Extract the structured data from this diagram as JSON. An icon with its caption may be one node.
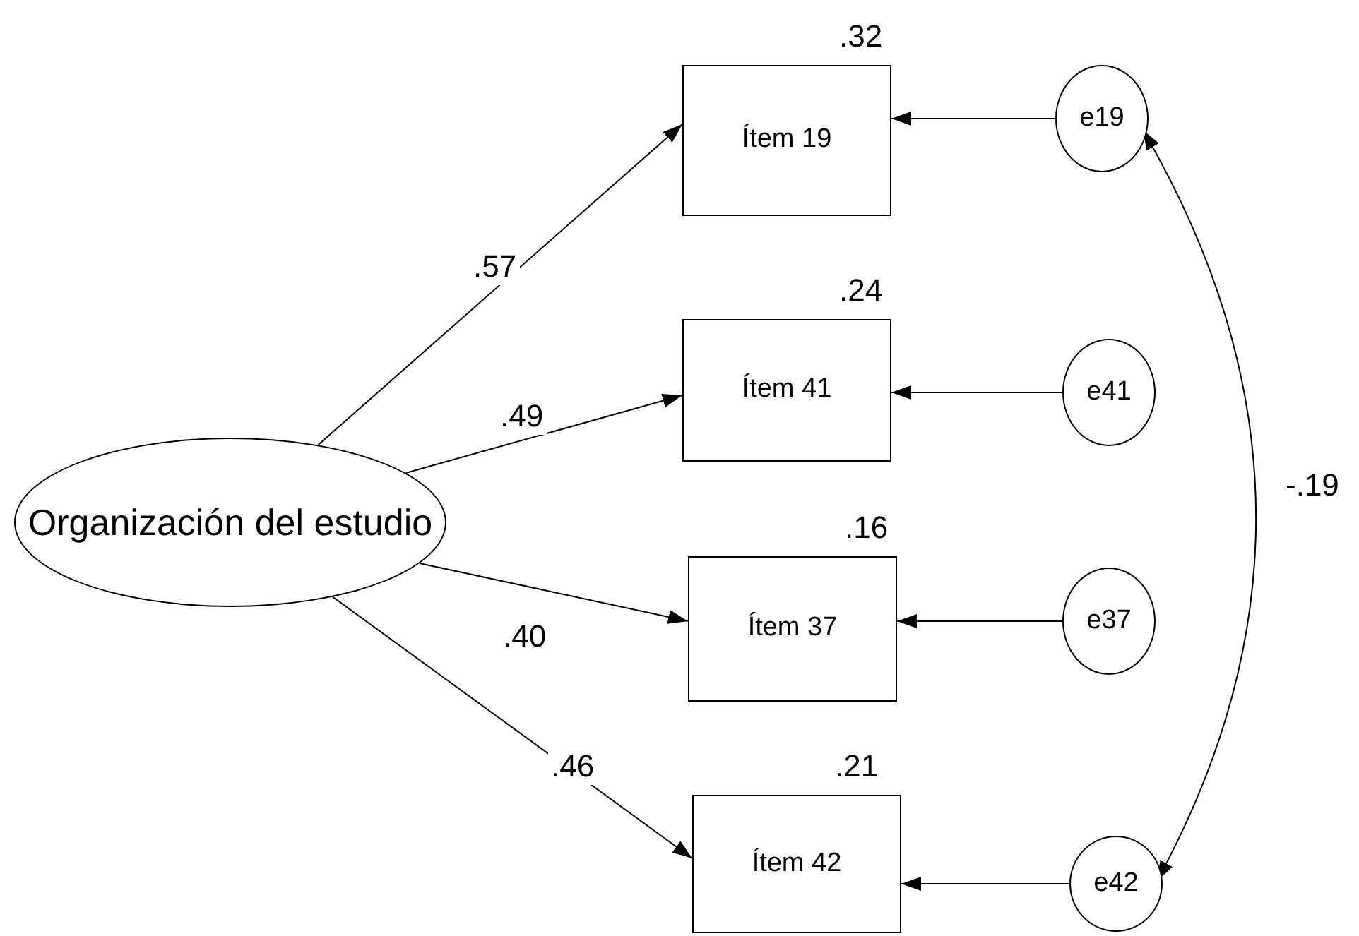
{
  "diagram": {
    "nodes": [
      {
        "text": [
          "Organización del estudio"
        ]
      },
      {
        "text": [
          "Ítem 19"
        ],
        "beside": [
          ".32"
        ]
      },
      {
        "text": [
          "e19"
        ]
      },
      {
        "text": [
          "Ítem 41"
        ],
        "beside": [
          ".24"
        ]
      },
      {
        "text": [
          "e41"
        ]
      },
      {
        "text": [
          "Ítem 37"
        ],
        "beside": [
          ".16"
        ]
      },
      {
        "text": [
          "e37"
        ]
      },
      {
        "text": [
          "Ítem 42"
        ],
        "beside": [
          ".21"
        ]
      },
      {
        "text": [
          "e42"
        ]
      }
    ],
    "edges": [
      {
        "from": 0,
        "to": 1,
        "arrow": "to",
        "label": ".57"
      },
      {
        "from": 0,
        "to": 3,
        "arrow": "to",
        "label": ".49"
      },
      {
        "from": 0,
        "to": 5,
        "arrow": "to",
        "label": ".40"
      },
      {
        "from": 0,
        "to": 7,
        "arrow": "to",
        "label": ".46"
      },
      {
        "from": 2,
        "to": 1,
        "arrow": "to"
      },
      {
        "from": 4,
        "to": 3,
        "arrow": "to"
      },
      {
        "from": 6,
        "to": 5,
        "arrow": "to"
      },
      {
        "from": 8,
        "to": 7,
        "arrow": "to"
      },
      {
        "from": 2,
        "to": 8,
        "arrow": "both",
        "label": "-.19"
      }
    ]
  }
}
